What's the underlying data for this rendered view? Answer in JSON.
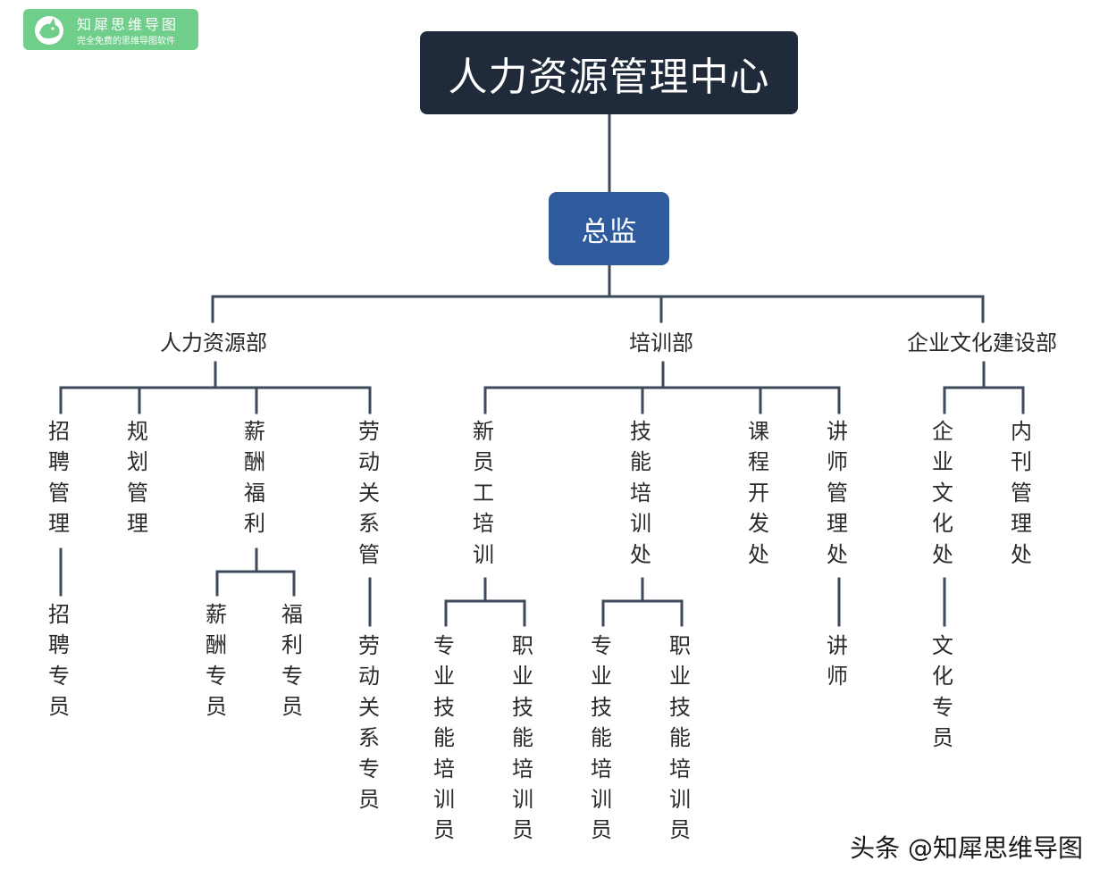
{
  "logo": {
    "name": "知犀思维导图",
    "tagline": "完全免费的思维导图软件",
    "icon": "rhino-icon",
    "color": "#6fce8a"
  },
  "root": {
    "label": "人力资源管理中心",
    "color": "#1f2a3a"
  },
  "director": {
    "label": "总监",
    "color": "#2f5b9c"
  },
  "line_color": "#3d4a5c",
  "departments": [
    {
      "label": "人力资源部",
      "sections": [
        {
          "label": "招聘管理",
          "children": [
            "招聘专员"
          ]
        },
        {
          "label": "规划管理",
          "children": []
        },
        {
          "label": "薪酬福利",
          "children": [
            "薪酬专员",
            "福利专员"
          ]
        },
        {
          "label": "劳动关系管",
          "children": [
            "劳动关系专员"
          ]
        }
      ]
    },
    {
      "label": "培训部",
      "sections": [
        {
          "label": "新员工培训",
          "children": [
            "专业技能培训员",
            "职业技能培训员"
          ]
        },
        {
          "label": "技能培训处",
          "children": [
            "专业技能培训员",
            "职业技能培训员"
          ]
        },
        {
          "label": "课程开发处",
          "children": []
        },
        {
          "label": "讲师管理处",
          "children": [
            "讲师"
          ]
        }
      ]
    },
    {
      "label": "企业文化建设部",
      "sections": [
        {
          "label": "企业文化处",
          "children": [
            "文化专员"
          ]
        },
        {
          "label": "内刊管理处",
          "children": []
        }
      ]
    }
  ],
  "watermark": "头条 @知犀思维导图"
}
